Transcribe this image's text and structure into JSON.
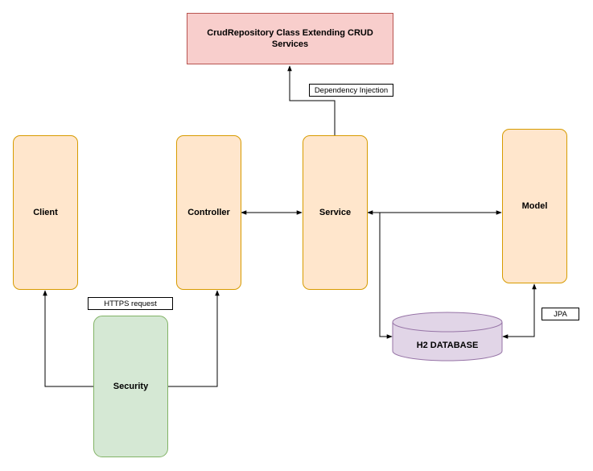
{
  "nodes": {
    "client": "Client",
    "controller": "Controller",
    "service": "Service",
    "model": "Model",
    "security": "Security",
    "crud_repository": "CrudRepository Class Extending CRUD Services",
    "database": "H2 DATABASE"
  },
  "edge_labels": {
    "dependency_injection": "Dependency Injection",
    "https_request": "HTTPS request",
    "jpa": "JPA"
  },
  "colors": {
    "component_fill": "#ffe6cc",
    "component_stroke": "#d79b00",
    "repository_fill": "#f8cecc",
    "repository_stroke": "#b85450",
    "security_fill": "#d5e8d4",
    "security_stroke": "#82b366",
    "database_fill": "#e1d5e7",
    "database_stroke": "#9673a6"
  }
}
